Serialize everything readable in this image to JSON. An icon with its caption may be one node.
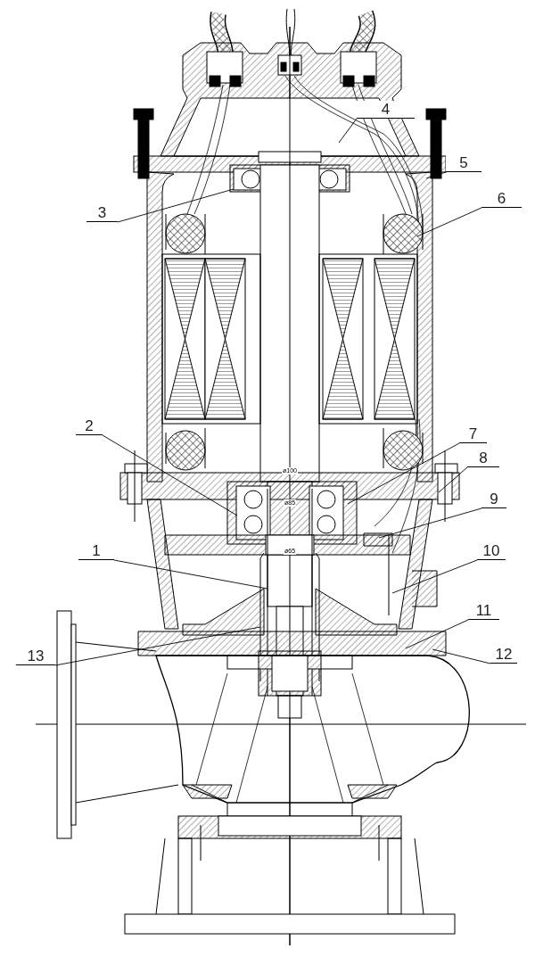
{
  "diagram": {
    "nodes": [
      {
        "text": [
          "1"
        ]
      },
      {
        "text": [
          "2"
        ]
      },
      {
        "text": [
          "3"
        ]
      },
      {
        "text": [
          "4"
        ]
      },
      {
        "text": [
          "5"
        ]
      },
      {
        "text": [
          "6"
        ]
      },
      {
        "text": [
          "7"
        ]
      },
      {
        "text": [
          "8"
        ]
      },
      {
        "text": [
          "9"
        ]
      },
      {
        "text": [
          "10"
        ]
      },
      {
        "text": [
          "11"
        ]
      },
      {
        "text": [
          "12"
        ]
      },
      {
        "text": [
          "13"
        ]
      }
    ],
    "edges": [
      {
        "from": 0,
        "to": null,
        "arrow": "none"
      },
      {
        "from": 1,
        "to": null,
        "arrow": "none"
      },
      {
        "from": 2,
        "to": null,
        "arrow": "none"
      },
      {
        "from": 3,
        "to": null,
        "arrow": "none"
      },
      {
        "from": 4,
        "to": null,
        "arrow": "none"
      },
      {
        "from": 5,
        "to": null,
        "arrow": "none"
      },
      {
        "from": 6,
        "to": null,
        "arrow": "none"
      },
      {
        "from": 7,
        "to": null,
        "arrow": "none"
      },
      {
        "from": 8,
        "to": null,
        "arrow": "none"
      },
      {
        "from": 9,
        "to": null,
        "arrow": "none"
      },
      {
        "from": 10,
        "to": null,
        "arrow": "none"
      },
      {
        "from": 11,
        "to": null,
        "arrow": "none"
      },
      {
        "from": 12,
        "to": null,
        "arrow": "none"
      }
    ],
    "labels": [
      "ø100",
      "ø85",
      "ø65"
    ]
  }
}
